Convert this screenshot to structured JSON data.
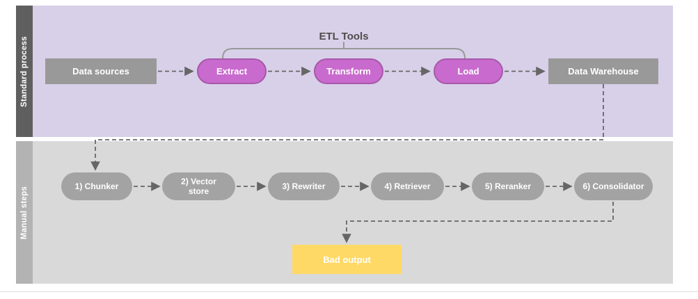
{
  "colors": {
    "section_standard_bg": "#d8d0e8",
    "section_manual_bg": "#d9d9d9",
    "band_standard_bg": "#5f5f5f",
    "band_manual_bg": "#b3b3b3",
    "node_gray": "#999999",
    "node_gray_light": "#a3a3a3",
    "node_purple": "#c96bce",
    "node_purple_border": "#a758ab",
    "node_yellow": "#ffd966",
    "connector": "#666666",
    "bracket": "#999999",
    "bracket_label_color": "#4c4c4c"
  },
  "sections": {
    "standard": {
      "label": "Standard process"
    },
    "manual": {
      "label": "Manual steps"
    }
  },
  "top_row": {
    "data_sources": "Data sources",
    "extract": "Extract",
    "transform": "Transform",
    "load": "Load",
    "warehouse": "Data Warehouse",
    "bracket_label": "ETL Tools"
  },
  "manual_steps": [
    {
      "label": "1) Chunker"
    },
    {
      "label": "2) Vector store"
    },
    {
      "label": "3) Rewriter"
    },
    {
      "label": "4) Retriever"
    },
    {
      "label": "5) Reranker"
    },
    {
      "label": "6) Consolidator"
    }
  ],
  "output": {
    "bad_output": "Bad output"
  }
}
